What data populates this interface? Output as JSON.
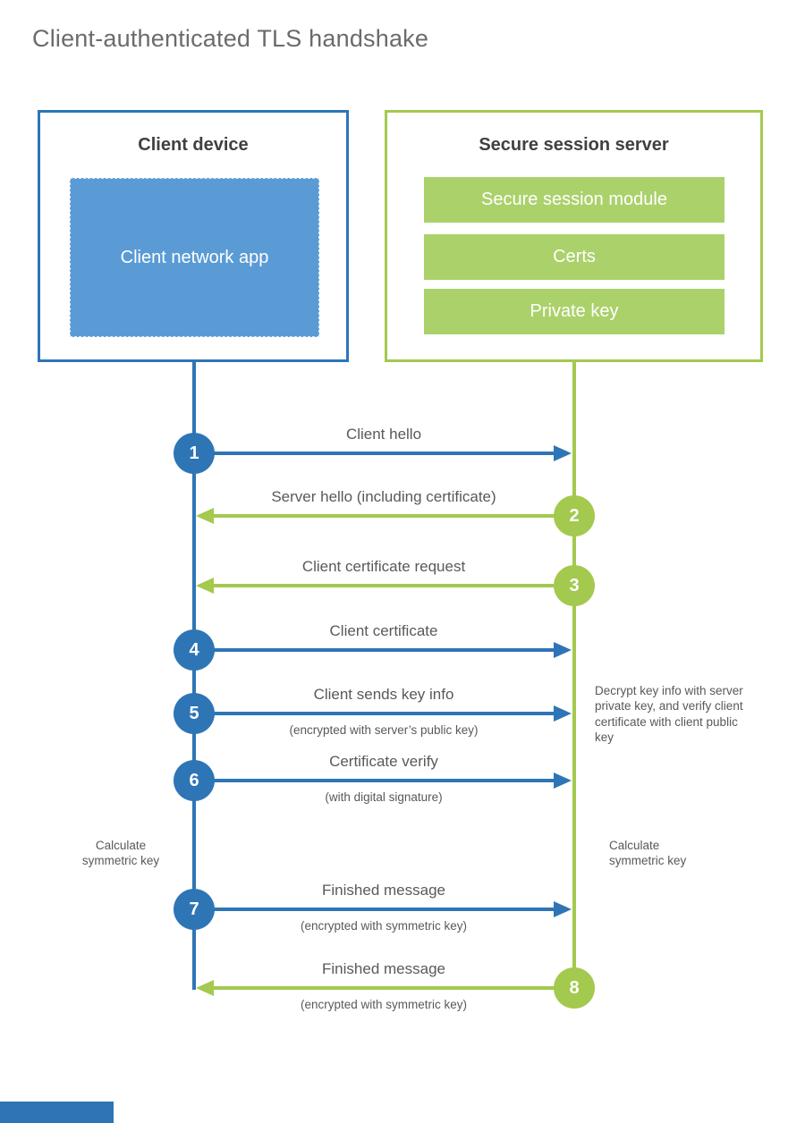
{
  "title": "Client-authenticated TLS handshake",
  "client_box": {
    "title": "Client device",
    "app_label": "Client network app"
  },
  "server_box": {
    "title": "Secure session server",
    "modules": [
      "Secure session module",
      "Certs",
      "Private key"
    ]
  },
  "steps": [
    {
      "n": "1",
      "color": "blue",
      "dir": "right",
      "label": "Client hello",
      "sub": ""
    },
    {
      "n": "2",
      "color": "green",
      "dir": "left",
      "label": "Server hello (including certificate)",
      "sub": ""
    },
    {
      "n": "3",
      "color": "green",
      "dir": "left",
      "label": "Client certificate request",
      "sub": ""
    },
    {
      "n": "4",
      "color": "blue",
      "dir": "right",
      "label": "Client certificate",
      "sub": ""
    },
    {
      "n": "5",
      "color": "blue",
      "dir": "right",
      "label": "Client sends key info",
      "sub": "(encrypted with server’s public key)"
    },
    {
      "n": "6",
      "color": "blue",
      "dir": "right",
      "label": "Certificate verify",
      "sub": "(with digital signature)"
    },
    {
      "n": "7",
      "color": "blue",
      "dir": "right",
      "label": "Finished message",
      "sub": "(encrypted with symmetric key)"
    },
    {
      "n": "8",
      "color": "green",
      "dir": "left",
      "label": "Finished message",
      "sub": "(encrypted with symmetric key)"
    }
  ],
  "annotations": {
    "server_note": "Decrypt key info with server private key, and verify client certificate with client public key",
    "client_calc": "Calculate symmetric key",
    "server_calc": "Calculate symmetric key"
  },
  "colors": {
    "blue": "#2e75b6",
    "blue_light": "#5b9bd5",
    "green": "#a3c94e",
    "green_light": "#abd16b",
    "text_dark": "#404040",
    "text_gray": "#595959"
  }
}
